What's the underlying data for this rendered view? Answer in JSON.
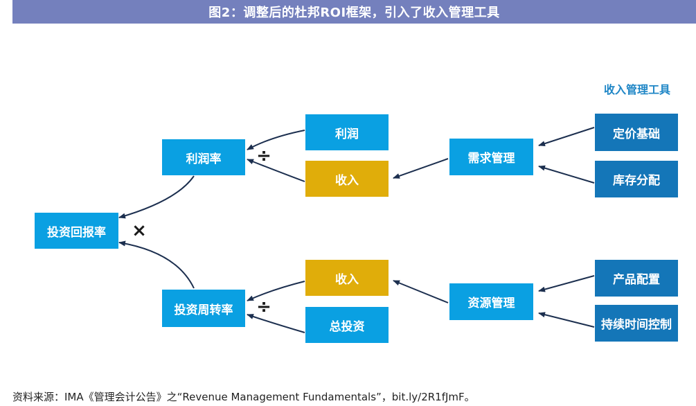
{
  "title": "图2：调整后的杜邦ROI框架，引入了收入管理工具",
  "section_label": "收入管理工具",
  "nodes": {
    "roi": "投资回报率",
    "profit_margin": "利润率",
    "asset_turnover": "投资周转率",
    "profit": "利润",
    "revenue_top": "收入",
    "revenue_bottom": "收入",
    "total_investment": "总投资",
    "demand_mgmt": "需求管理",
    "resource_mgmt": "资源管理",
    "pricing": "定价基础",
    "inventory": "库存分配",
    "product_config": "产品配置",
    "duration_control": "持续时间控制"
  },
  "operators": {
    "multiply": "×",
    "divide_top": "÷",
    "divide_bottom": "÷"
  },
  "colors": {
    "title_bar": "#7480bd",
    "cyan": "#0aa0e2",
    "gold": "#e0ad0a",
    "blue": "#1476b8",
    "arrow": "#1c2f4f"
  },
  "footer": "资料来源：IMA《管理会计公告》之“Revenue Management Fundamentals”，bit.ly/2R1fJmF。"
}
